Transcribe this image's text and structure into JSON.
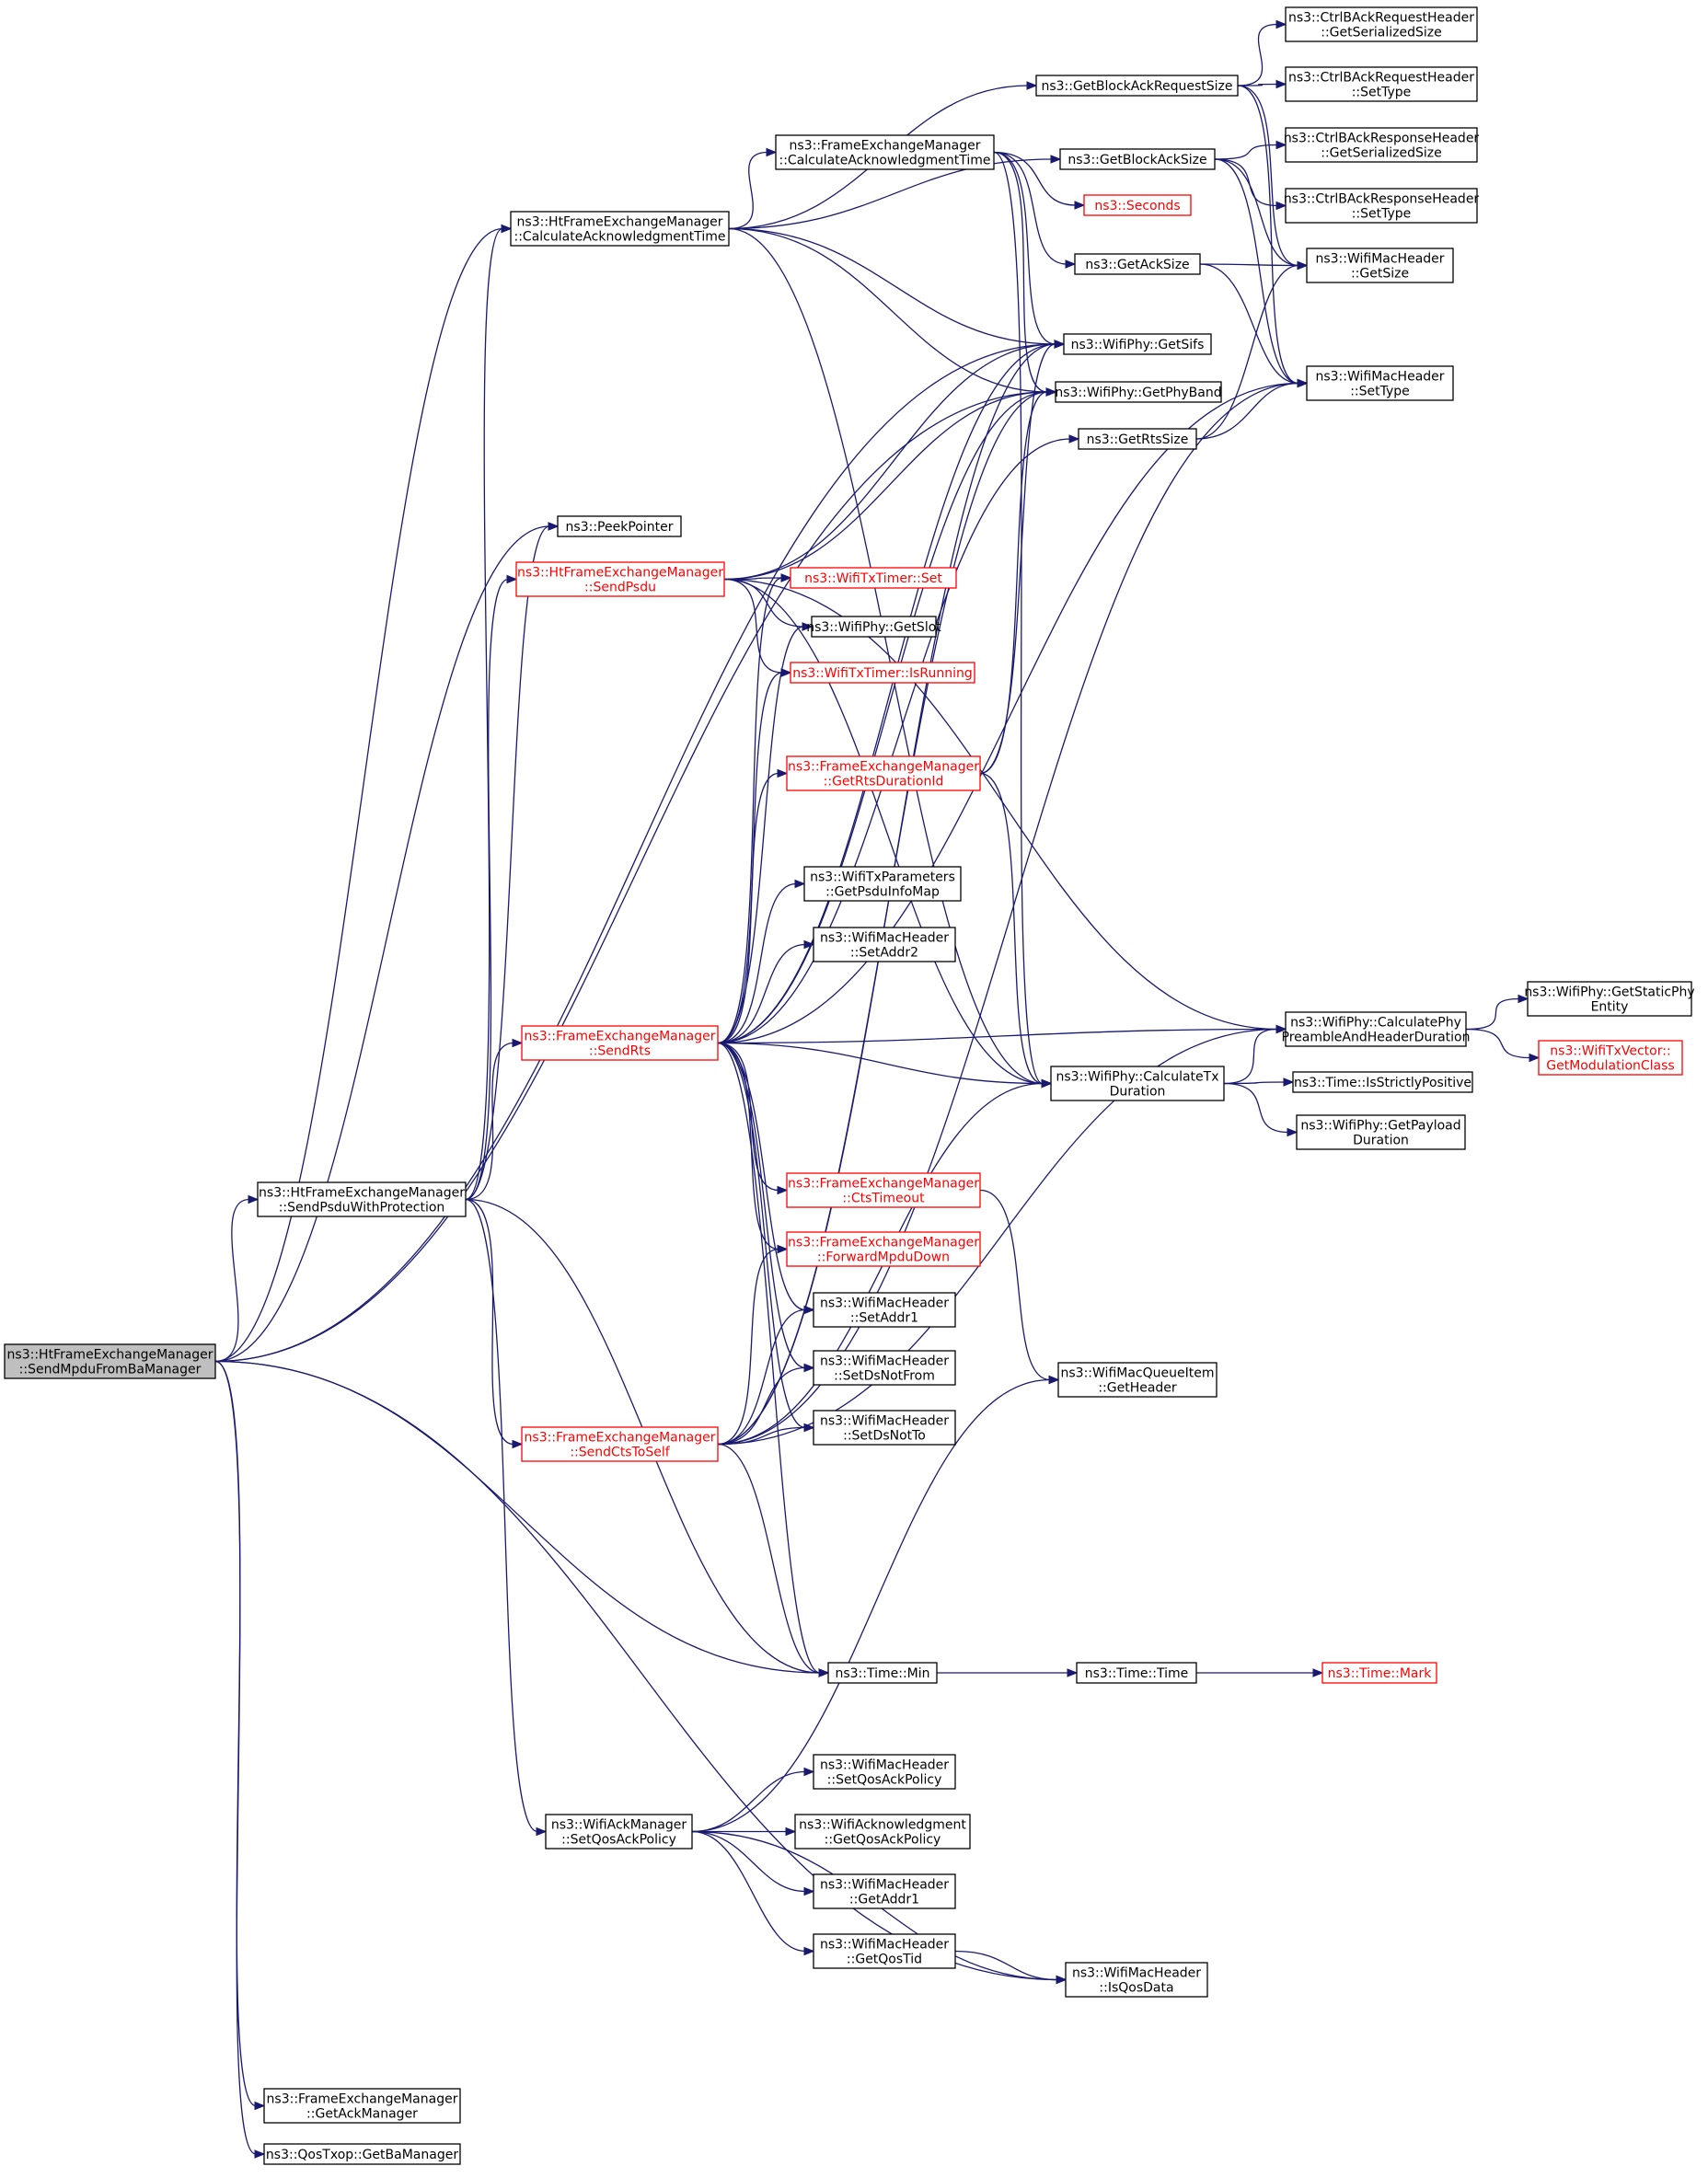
{
  "graph": {
    "root": "ns3::HtFrameExchangeManager::SendMpduFromBaManager",
    "colors": {
      "edge": "#191970",
      "node_border": "#000000",
      "node_border_external": "#ff0000",
      "root_fill": "#bfbfbf"
    },
    "nodes": [
      {
        "id": "root",
        "lines": [
          "ns3::HtFrameExchangeManager",
          "::SendMpduFromBaManager"
        ],
        "style": "root"
      },
      {
        "id": "htcalc",
        "lines": [
          "ns3::HtFrameExchangeManager",
          "::CalculateAcknowledgmentTime"
        ],
        "style": "normal"
      },
      {
        "id": "fecalc",
        "lines": [
          "ns3::FrameExchangeManager",
          "::CalculateAcknowledgmentTime"
        ],
        "style": "normal"
      },
      {
        "id": "getbarsize",
        "lines": [
          "ns3::GetBlockAckRequestSize"
        ],
        "style": "normal"
      },
      {
        "id": "getbasize",
        "lines": [
          "ns3::GetBlockAckSize"
        ],
        "style": "normal"
      },
      {
        "id": "ctrlreq_ser",
        "lines": [
          "ns3::CtrlBAckRequestHeader",
          "::GetSerializedSize"
        ],
        "style": "normal"
      },
      {
        "id": "ctrlreq_type",
        "lines": [
          "ns3::CtrlBAckRequestHeader",
          "::SetType"
        ],
        "style": "normal"
      },
      {
        "id": "ctrlresp_ser",
        "lines": [
          "ns3::CtrlBAckResponseHeader",
          "::GetSerializedSize"
        ],
        "style": "normal"
      },
      {
        "id": "ctrlresp_type",
        "lines": [
          "ns3::CtrlBAckResponseHeader",
          "::SetType"
        ],
        "style": "normal"
      },
      {
        "id": "seconds",
        "lines": [
          "ns3::Seconds"
        ],
        "style": "red"
      },
      {
        "id": "getacksize",
        "lines": [
          "ns3::GetAckSize"
        ],
        "style": "normal"
      },
      {
        "id": "macgetsize",
        "lines": [
          "ns3::WifiMacHeader",
          "::GetSize"
        ],
        "style": "normal"
      },
      {
        "id": "getsifs",
        "lines": [
          "ns3::WifiPhy::GetSifs"
        ],
        "style": "normal"
      },
      {
        "id": "getphyband",
        "lines": [
          "ns3::WifiPhy::GetPhyBand"
        ],
        "style": "normal"
      },
      {
        "id": "macsettype",
        "lines": [
          "ns3::WifiMacHeader",
          "::SetType"
        ],
        "style": "normal"
      },
      {
        "id": "getrtssize",
        "lines": [
          "ns3::GetRtsSize"
        ],
        "style": "normal"
      },
      {
        "id": "peekpointer",
        "lines": [
          "ns3::PeekPointer"
        ],
        "style": "normal"
      },
      {
        "id": "sendpsdu",
        "lines": [
          "ns3::HtFrameExchangeManager",
          "::SendPsdu"
        ],
        "style": "red"
      },
      {
        "id": "txtimerset",
        "lines": [
          "ns3::WifiTxTimer::Set"
        ],
        "style": "red"
      },
      {
        "id": "getslot",
        "lines": [
          "ns3::WifiPhy::GetSlot"
        ],
        "style": "normal"
      },
      {
        "id": "isrunning",
        "lines": [
          "ns3::WifiTxTimer::IsRunning"
        ],
        "style": "red"
      },
      {
        "id": "getrtsdur",
        "lines": [
          "ns3::FrameExchangeManager",
          "::GetRtsDurationId"
        ],
        "style": "red"
      },
      {
        "id": "getpsduinfo",
        "lines": [
          "ns3::WifiTxParameters",
          "::GetPsduInfoMap"
        ],
        "style": "normal"
      },
      {
        "id": "setaddr2",
        "lines": [
          "ns3::WifiMacHeader",
          "::SetAddr2"
        ],
        "style": "normal"
      },
      {
        "id": "sendrts",
        "lines": [
          "ns3::FrameExchangeManager",
          "::SendRts"
        ],
        "style": "red"
      },
      {
        "id": "calctxdur",
        "lines": [
          "ns3::WifiPhy::CalculateTx",
          "Duration"
        ],
        "style": "normal"
      },
      {
        "id": "calcpreamble",
        "lines": [
          "ns3::WifiPhy::CalculatePhy",
          "PreambleAndHeaderDuration"
        ],
        "style": "normal"
      },
      {
        "id": "getstaticphy",
        "lines": [
          "ns3::WifiPhy::GetStaticPhy",
          "Entity"
        ],
        "style": "normal"
      },
      {
        "id": "getmodclass",
        "lines": [
          "ns3::WifiTxVector::",
          "GetModulationClass"
        ],
        "style": "red"
      },
      {
        "id": "isstrictpos",
        "lines": [
          "ns3::Time::IsStrictlyPositive"
        ],
        "style": "normal"
      },
      {
        "id": "getpayloaddur",
        "lines": [
          "ns3::WifiPhy::GetPayload",
          "Duration"
        ],
        "style": "normal"
      },
      {
        "id": "sendpsduprot",
        "lines": [
          "ns3::HtFrameExchangeManager",
          "::SendPsduWithProtection"
        ],
        "style": "normal"
      },
      {
        "id": "ctstimeout",
        "lines": [
          "ns3::FrameExchangeManager",
          "::CtsTimeout"
        ],
        "style": "red"
      },
      {
        "id": "fwdmpdu",
        "lines": [
          "ns3::FrameExchangeManager",
          "::ForwardMpduDown"
        ],
        "style": "red"
      },
      {
        "id": "setaddr1",
        "lines": [
          "ns3::WifiMacHeader",
          "::SetAddr1"
        ],
        "style": "normal"
      },
      {
        "id": "queueitemhdr",
        "lines": [
          "ns3::WifiMacQueueItem",
          "::GetHeader"
        ],
        "style": "normal"
      },
      {
        "id": "setdsnotfrom",
        "lines": [
          "ns3::WifiMacHeader",
          "::SetDsNotFrom"
        ],
        "style": "normal"
      },
      {
        "id": "setdsnotto",
        "lines": [
          "ns3::WifiMacHeader",
          "::SetDsNotTo"
        ],
        "style": "normal"
      },
      {
        "id": "sendctstoself",
        "lines": [
          "ns3::FrameExchangeManager",
          "::SendCtsToSelf"
        ],
        "style": "red"
      },
      {
        "id": "timemin",
        "lines": [
          "ns3::Time::Min"
        ],
        "style": "normal"
      },
      {
        "id": "timetime",
        "lines": [
          "ns3::Time::Time"
        ],
        "style": "normal"
      },
      {
        "id": "timemark",
        "lines": [
          "ns3::Time::Mark"
        ],
        "style": "red"
      },
      {
        "id": "setqospolicy",
        "lines": [
          "ns3::WifiMacHeader",
          "::SetQosAckPolicy"
        ],
        "style": "normal"
      },
      {
        "id": "acksetqospolicy",
        "lines": [
          "ns3::WifiAckManager",
          "::SetQosAckPolicy"
        ],
        "style": "normal"
      },
      {
        "id": "getqospolicy",
        "lines": [
          "ns3::WifiAcknowledgment",
          "::GetQosAckPolicy"
        ],
        "style": "normal"
      },
      {
        "id": "getaddr1",
        "lines": [
          "ns3::WifiMacHeader",
          "::GetAddr1"
        ],
        "style": "normal"
      },
      {
        "id": "getqostid",
        "lines": [
          "ns3::WifiMacHeader",
          "::GetQosTid"
        ],
        "style": "normal"
      },
      {
        "id": "isqosdata",
        "lines": [
          "ns3::WifiMacHeader",
          "::IsQosData"
        ],
        "style": "normal"
      },
      {
        "id": "getackmgr",
        "lines": [
          "ns3::FrameExchangeManager",
          "::GetAckManager"
        ],
        "style": "normal"
      },
      {
        "id": "getbamgr",
        "lines": [
          "ns3::QosTxop::GetBaManager"
        ],
        "style": "normal"
      }
    ],
    "edges": [
      [
        "root",
        "htcalc"
      ],
      [
        "root",
        "getsifs"
      ],
      [
        "root",
        "getphyband"
      ],
      [
        "root",
        "peekpointer"
      ],
      [
        "root",
        "sendpsduprot"
      ],
      [
        "root",
        "timemin"
      ],
      [
        "root",
        "isqosdata"
      ],
      [
        "root",
        "getackmgr"
      ],
      [
        "root",
        "getbamgr"
      ],
      [
        "htcalc",
        "getbarsize"
      ],
      [
        "htcalc",
        "getbasize"
      ],
      [
        "htcalc",
        "fecalc"
      ],
      [
        "htcalc",
        "getsifs"
      ],
      [
        "htcalc",
        "getphyband"
      ],
      [
        "htcalc",
        "calctxdur"
      ],
      [
        "fecalc",
        "seconds"
      ],
      [
        "fecalc",
        "getacksize"
      ],
      [
        "fecalc",
        "getsifs"
      ],
      [
        "fecalc",
        "getphyband"
      ],
      [
        "fecalc",
        "calctxdur"
      ],
      [
        "getbarsize",
        "ctrlreq_ser"
      ],
      [
        "getbarsize",
        "ctrlreq_type"
      ],
      [
        "getbarsize",
        "macgetsize"
      ],
      [
        "getbarsize",
        "macsettype"
      ],
      [
        "getbasize",
        "ctrlresp_ser"
      ],
      [
        "getbasize",
        "ctrlresp_type"
      ],
      [
        "getbasize",
        "macgetsize"
      ],
      [
        "getbasize",
        "macsettype"
      ],
      [
        "getacksize",
        "macgetsize"
      ],
      [
        "getacksize",
        "macsettype"
      ],
      [
        "getrtssize",
        "macgetsize"
      ],
      [
        "getrtssize",
        "macsettype"
      ],
      [
        "sendpsdu",
        "getsifs"
      ],
      [
        "sendpsdu",
        "getphyband"
      ],
      [
        "sendpsdu",
        "txtimerset"
      ],
      [
        "sendpsdu",
        "getslot"
      ],
      [
        "sendpsdu",
        "isrunning"
      ],
      [
        "sendpsdu",
        "calctxdur"
      ],
      [
        "sendpsdu",
        "calcpreamble"
      ],
      [
        "getrtsdur",
        "getsifs"
      ],
      [
        "getrtsdur",
        "getphyband"
      ],
      [
        "getrtsdur",
        "calctxdur"
      ],
      [
        "sendrts",
        "txtimerset"
      ],
      [
        "sendrts",
        "getslot"
      ],
      [
        "sendrts",
        "isrunning"
      ],
      [
        "sendrts",
        "getrtsdur"
      ],
      [
        "sendrts",
        "getrtssize"
      ],
      [
        "sendrts",
        "getpsduinfo"
      ],
      [
        "sendrts",
        "setaddr2"
      ],
      [
        "sendrts",
        "getsifs"
      ],
      [
        "sendrts",
        "getphyband"
      ],
      [
        "sendrts",
        "macsettype"
      ],
      [
        "sendrts",
        "calctxdur"
      ],
      [
        "sendrts",
        "calcpreamble"
      ],
      [
        "sendrts",
        "ctstimeout"
      ],
      [
        "sendrts",
        "fwdmpdu"
      ],
      [
        "sendrts",
        "setaddr1"
      ],
      [
        "sendrts",
        "setdsnotfrom"
      ],
      [
        "sendrts",
        "setdsnotto"
      ],
      [
        "sendrts",
        "timemin"
      ],
      [
        "calctxdur",
        "calcpreamble"
      ],
      [
        "calctxdur",
        "isstrictpos"
      ],
      [
        "calctxdur",
        "getpayloaddur"
      ],
      [
        "calcpreamble",
        "getstaticphy"
      ],
      [
        "calcpreamble",
        "getmodclass"
      ],
      [
        "sendpsduprot",
        "htcalc"
      ],
      [
        "sendpsduprot",
        "peekpointer"
      ],
      [
        "sendpsduprot",
        "sendpsdu"
      ],
      [
        "sendpsduprot",
        "sendrts"
      ],
      [
        "sendpsduprot",
        "sendctstoself"
      ],
      [
        "sendpsduprot",
        "timemin"
      ],
      [
        "sendpsduprot",
        "acksetqospolicy"
      ],
      [
        "ctstimeout",
        "queueitemhdr"
      ],
      [
        "sendctstoself",
        "fwdmpdu"
      ],
      [
        "sendctstoself",
        "setaddr1"
      ],
      [
        "sendctstoself",
        "setdsnotfrom"
      ],
      [
        "sendctstoself",
        "setdsnotto"
      ],
      [
        "sendctstoself",
        "getsifs"
      ],
      [
        "sendctstoself",
        "getphyband"
      ],
      [
        "sendctstoself",
        "calctxdur"
      ],
      [
        "sendctstoself",
        "macsettype"
      ],
      [
        "sendctstoself",
        "calcpreamble"
      ],
      [
        "sendctstoself",
        "timemin"
      ],
      [
        "timemin",
        "timetime"
      ],
      [
        "timetime",
        "timemark"
      ],
      [
        "acksetqospolicy",
        "queueitemhdr"
      ],
      [
        "acksetqospolicy",
        "setqospolicy"
      ],
      [
        "acksetqospolicy",
        "getqospolicy"
      ],
      [
        "acksetqospolicy",
        "getaddr1"
      ],
      [
        "acksetqospolicy",
        "getqostid"
      ],
      [
        "acksetqospolicy",
        "isqosdata"
      ],
      [
        "getqostid",
        "isqosdata"
      ]
    ]
  }
}
